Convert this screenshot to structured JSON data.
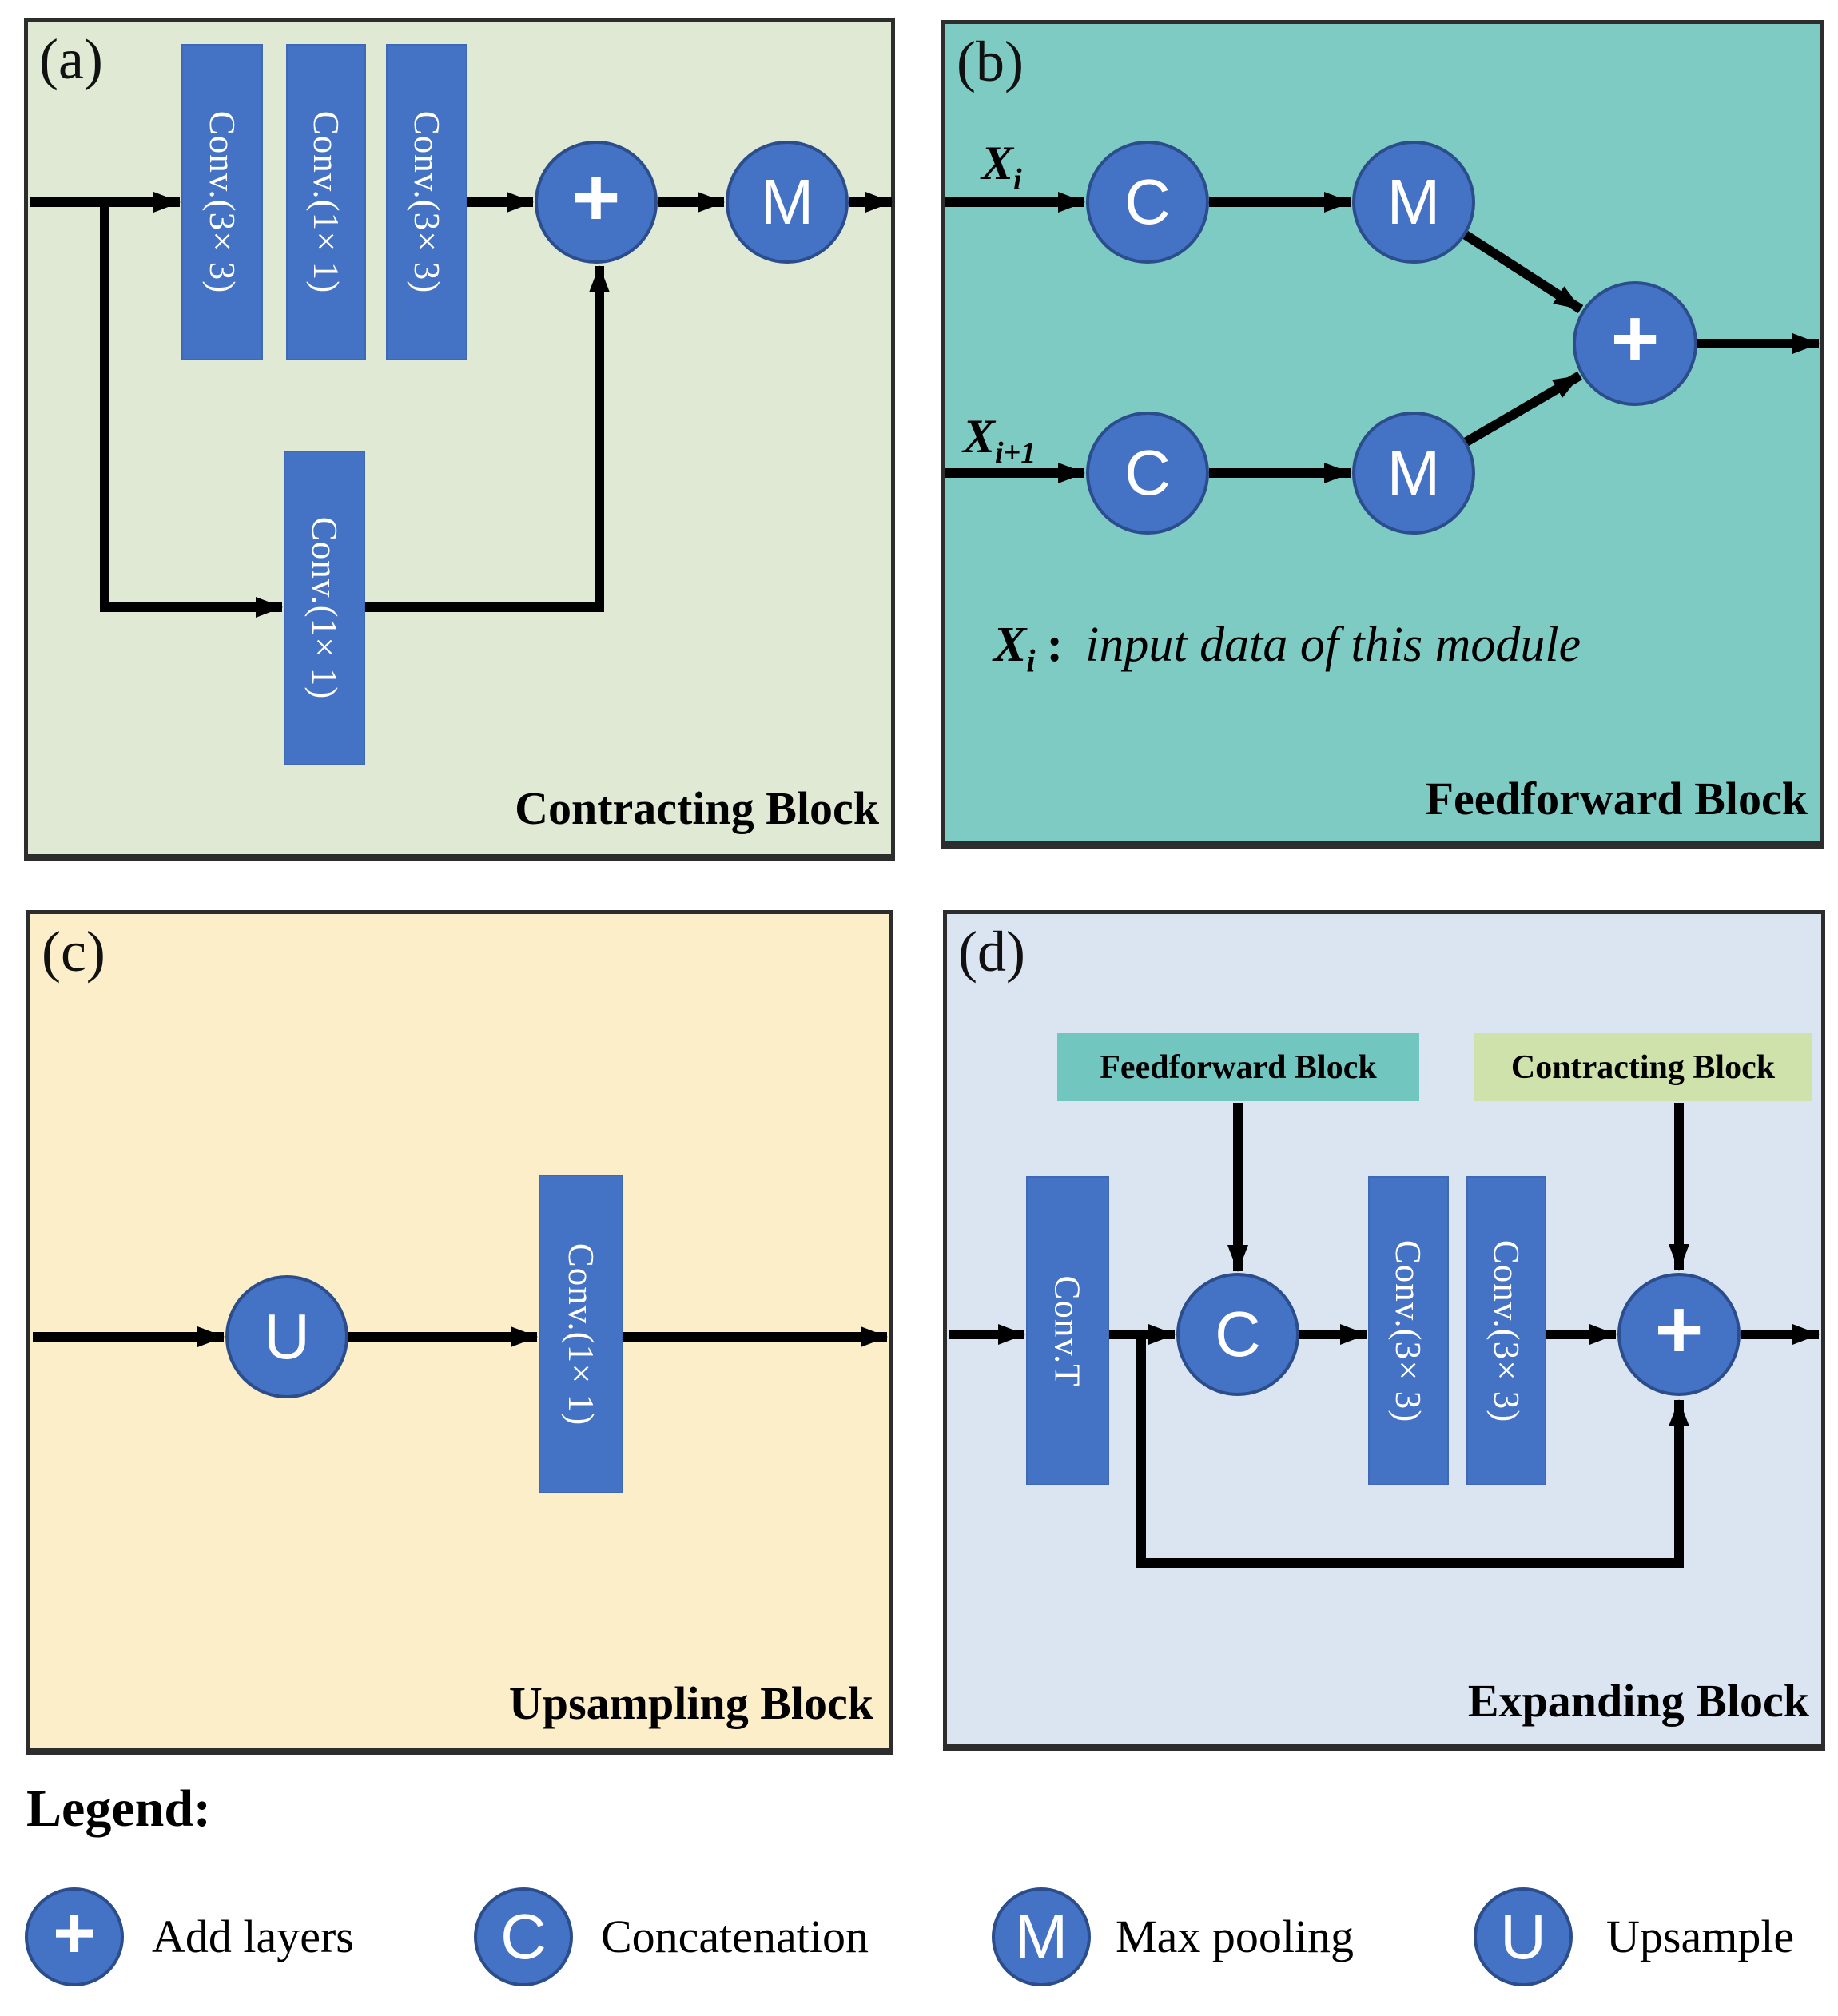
{
  "colors": {
    "panel_a_bg": "#dfe9d3",
    "panel_b_bg": "#7ecbc4",
    "panel_c_bg": "#fceec8",
    "panel_d_bg": "#dbe5f1",
    "node_blue": "#4472c4",
    "node_border": "#2b4d8c",
    "tag_teal": "#72c6c0",
    "tag_green": "#cfe2ab",
    "arrow": "#000000",
    "panel_border": "#2d2d2d"
  },
  "panels": {
    "a": {
      "letter": "(a)",
      "title": "Contracting Block",
      "blocks": {
        "conv33_a": "Conv.(3× 3)",
        "conv11_a": "Conv.(1× 1)",
        "conv33_b": "Conv.(3× 3)",
        "conv11_b": "Conv.(1× 1)"
      },
      "nodes": {
        "add": "+",
        "max": "M"
      }
    },
    "b": {
      "letter": "(b)",
      "title": "Feedforward Block",
      "inputs": {
        "top": {
          "base": "X",
          "sub": "i"
        },
        "bottom": {
          "base": "X",
          "sub": "i+1"
        }
      },
      "nodes": {
        "concat_top": "C",
        "max_top": "M",
        "concat_bottom": "C",
        "max_bottom": "M",
        "add": "+"
      },
      "note": {
        "base": "X",
        "sub": "i",
        "colon": ":",
        "text": "input data of this module"
      }
    },
    "c": {
      "letter": "(c)",
      "title": "Upsampling Block",
      "nodes": {
        "up": "U"
      },
      "blocks": {
        "conv11": "Conv.(1× 1)"
      }
    },
    "d": {
      "letter": "(d)",
      "title": "Expanding Block",
      "tags": {
        "feedforward": "Feedforward Block",
        "contracting": "Contracting Block"
      },
      "blocks": {
        "convt": "Conv.T",
        "conv33_a": "Conv.(3× 3)",
        "conv33_b": "Conv.(3× 3)"
      },
      "nodes": {
        "concat": "C",
        "add": "+"
      }
    }
  },
  "legend": {
    "heading": "Legend:",
    "items": [
      {
        "symbol": "+",
        "label": "Add layers"
      },
      {
        "symbol": "C",
        "label": "Concatenation"
      },
      {
        "symbol": "M",
        "label": "Max pooling"
      },
      {
        "symbol": "U",
        "label": "Upsample"
      }
    ]
  }
}
